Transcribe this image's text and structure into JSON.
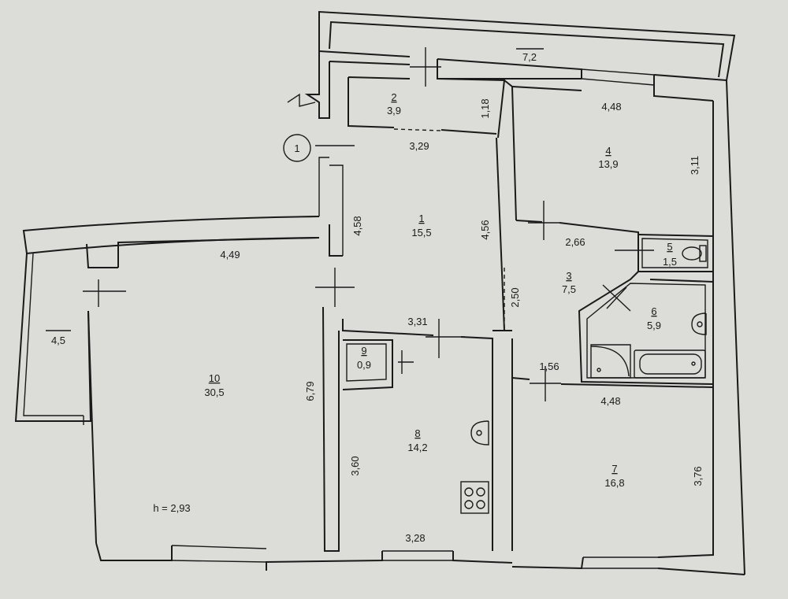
{
  "entry_marker": "1",
  "ceiling_height": "h = 2,93",
  "rooms": [
    {
      "number": "1",
      "area": "15,5"
    },
    {
      "number": "2",
      "area": "3,9"
    },
    {
      "number": "3",
      "area": "7,5"
    },
    {
      "number": "4",
      "area": "13,9"
    },
    {
      "number": "5",
      "area": "1,5"
    },
    {
      "number": "6",
      "area": "5,9"
    },
    {
      "number": "7",
      "area": "16,8"
    },
    {
      "number": "8",
      "area": "14,2"
    },
    {
      "number": "9",
      "area": "0,9"
    },
    {
      "number": "10",
      "area": "30,5"
    }
  ],
  "balconies": {
    "top": "7,2",
    "left": "4,5"
  },
  "dimensions": {
    "d_4_48_top": "4,48",
    "d_3_11": "3,11",
    "d_1_18": "1,18",
    "d_3_29": "3,29",
    "d_4_58": "4,58",
    "d_4_56": "4,56",
    "d_2_66": "2,66",
    "d_4_49": "4,49",
    "d_2_50": "2,50",
    "d_3_31": "3,31",
    "d_1_56": "1,56",
    "d_6_79": "6,79",
    "d_4_48_bottom": "4,48",
    "d_3_60": "3,60",
    "d_3_76": "3,76",
    "d_3_28": "3,28"
  }
}
